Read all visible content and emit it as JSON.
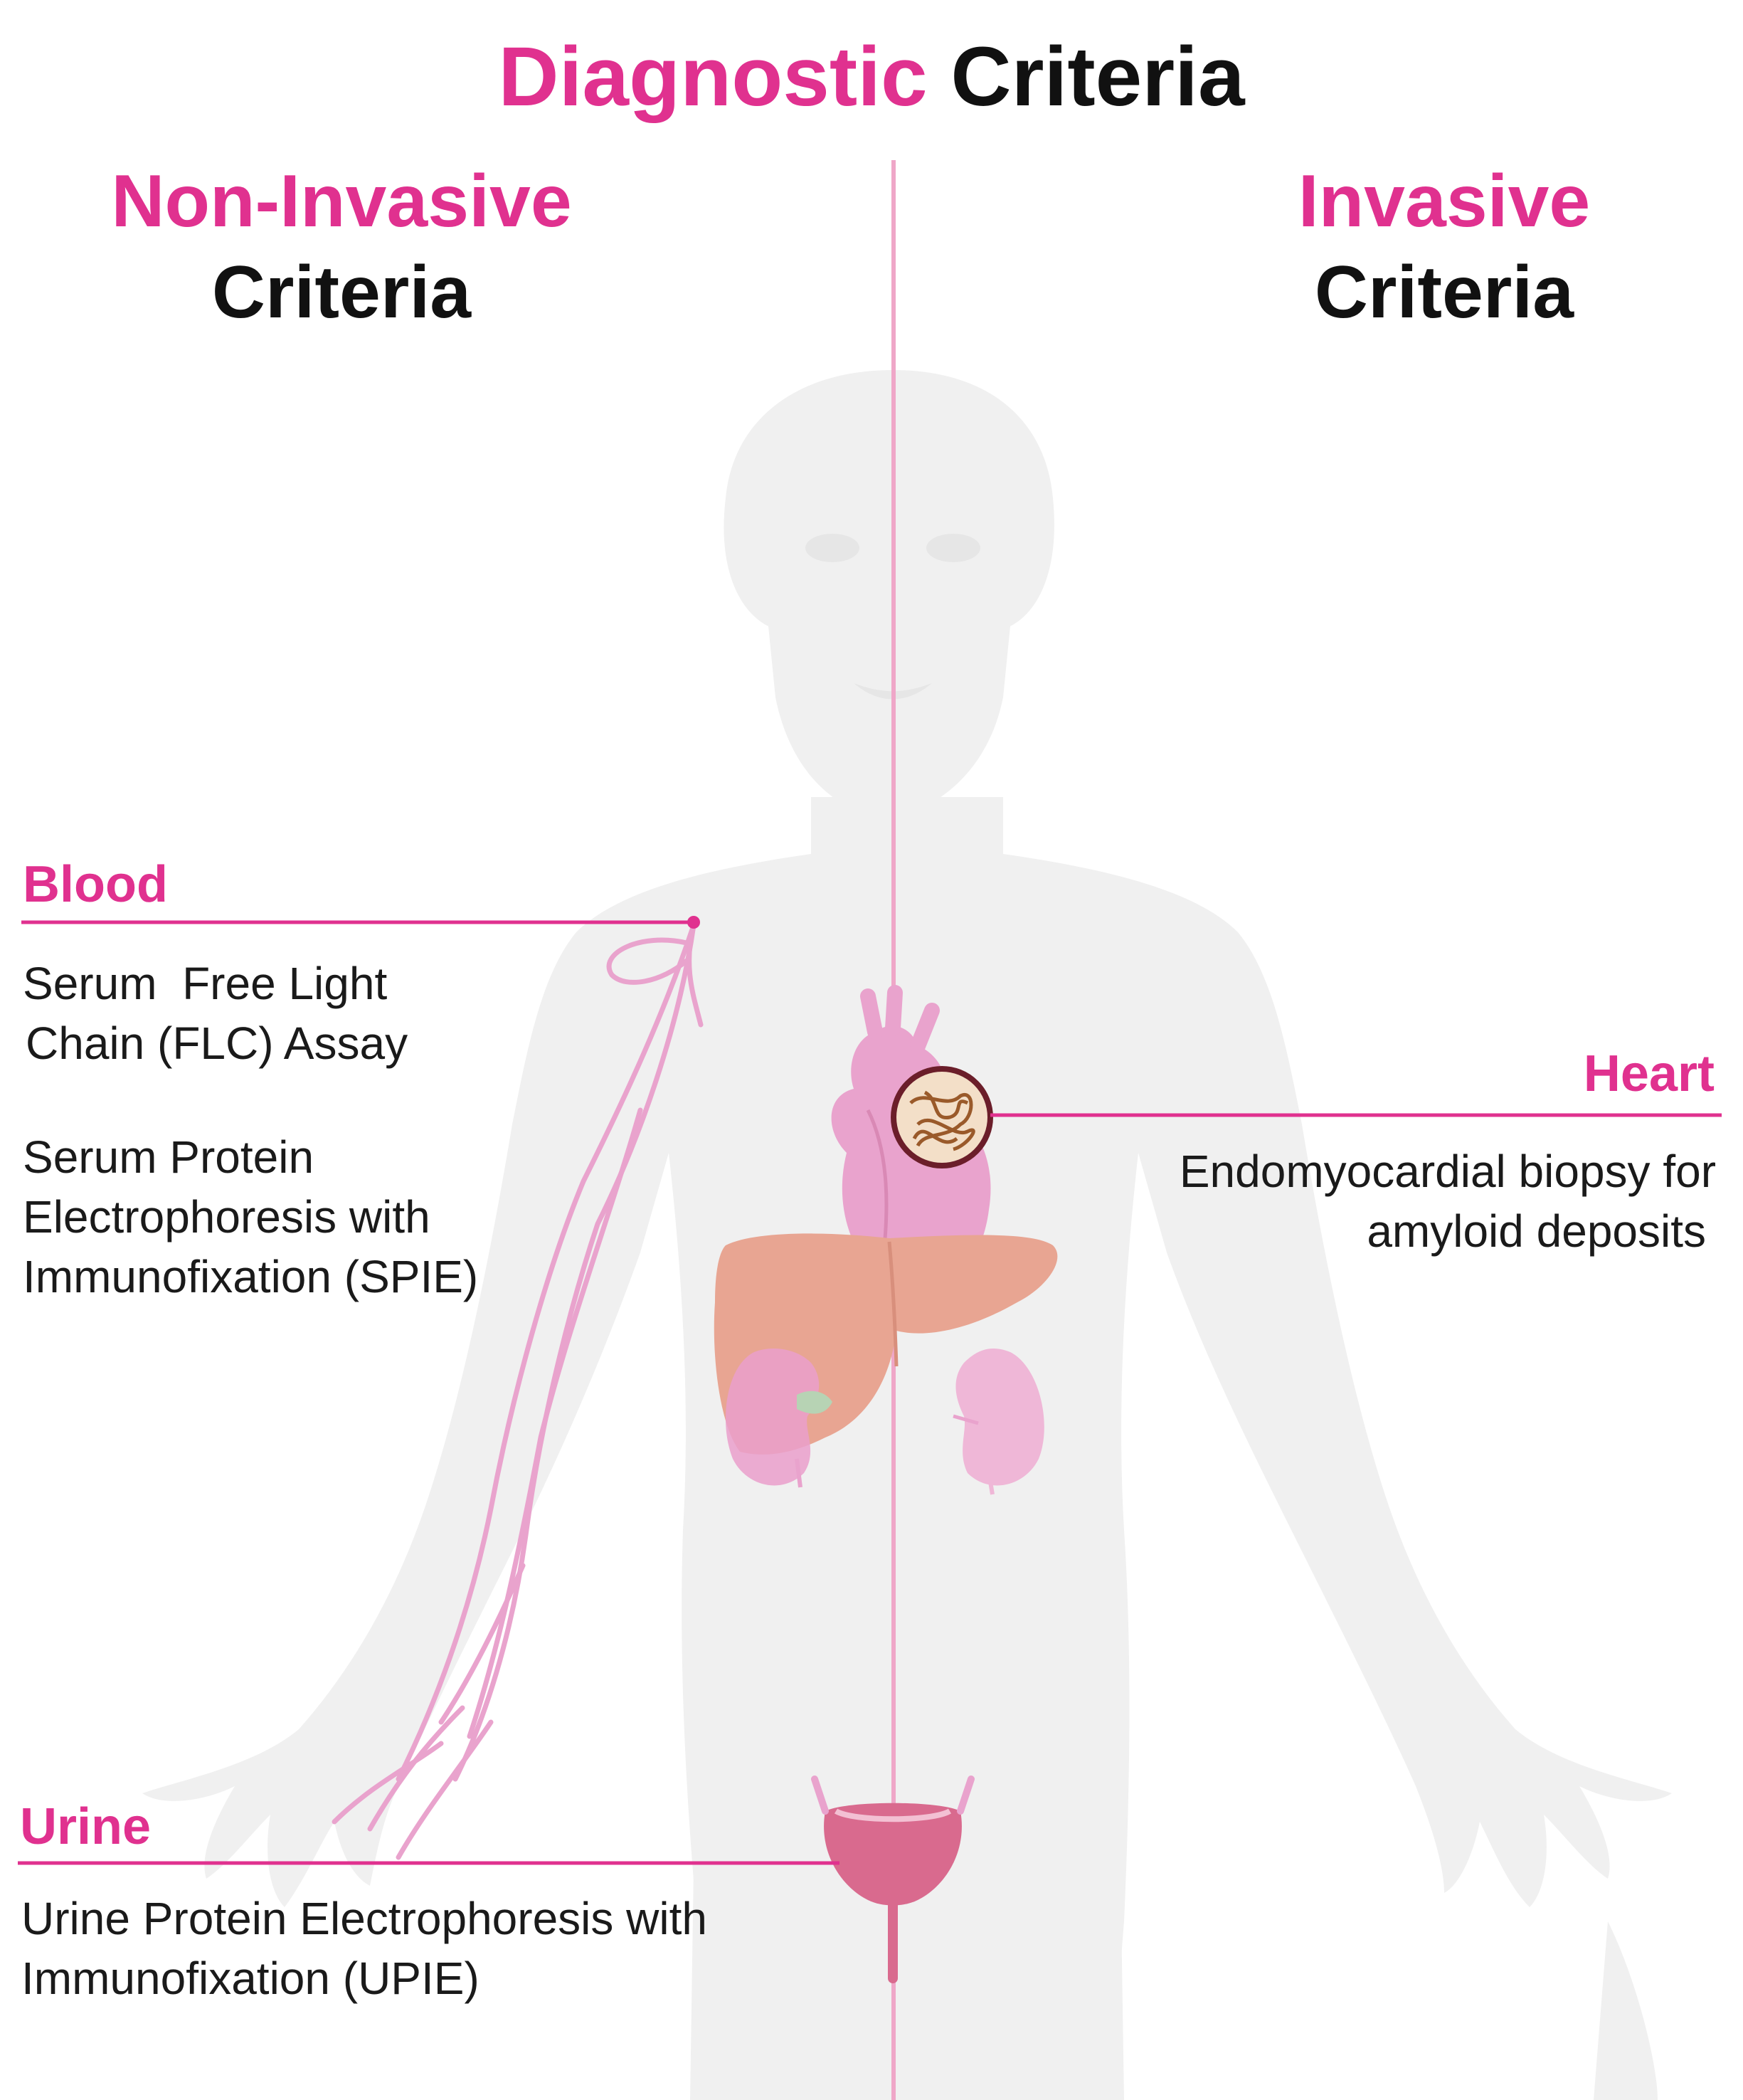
{
  "title": {
    "part1": "Diagnostic",
    "part2": "Criteria"
  },
  "left_header": {
    "line1": "Non-Invasive",
    "line2": "Criteria"
  },
  "right_header": {
    "line1": "Invasive",
    "line2": "Criteria"
  },
  "blood": {
    "label": "Blood",
    "test1": {
      "line1": "Serum  Free Light",
      "line2": "Chain (FLC) Assay"
    },
    "test2": {
      "line1": "Serum Protein",
      "line2": "Electrophoresis with",
      "line3": "Immunofixation (SPIE)"
    }
  },
  "heart": {
    "label": "Heart",
    "test": {
      "line1": "Endomyocardial biopsy for",
      "line2": "amyloid deposits"
    }
  },
  "urine": {
    "label": "Urine",
    "test": {
      "line1": "Urine Protein Electrophoresis with",
      "line2": "Immunofixation (UPIE)"
    }
  },
  "colors": {
    "accent_pink": "#e0318f",
    "body_silhouette": "#f0f0f0",
    "organ_pink": "#e9a3cd",
    "liver": "#e8a592",
    "vein": "#e9a3cd"
  }
}
